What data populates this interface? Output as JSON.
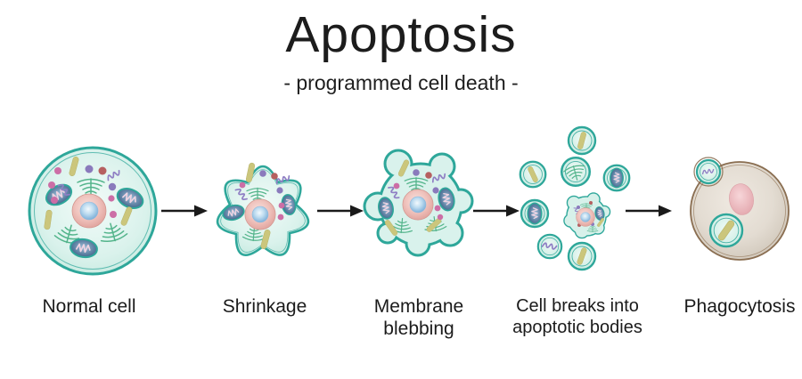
{
  "title": "Apoptosis",
  "subtitle": "- programmed cell death -",
  "stages": [
    {
      "label_line1": "Normal cell",
      "label_line2": ""
    },
    {
      "label_line1": "Shrinkage",
      "label_line2": ""
    },
    {
      "label_line1": "Membrane",
      "label_line2": "blebbing"
    },
    {
      "label_line1": "Cell breaks into",
      "label_line2": "apoptotic bodies"
    },
    {
      "label_line1": "Phagocytosis",
      "label_line2": ""
    }
  ],
  "icons": {
    "stage_arrow": "black-right-arrow",
    "organelles": [
      "nucleus",
      "nucleolus",
      "mitochondrion",
      "endoplasmic-reticulum",
      "rod-body",
      "chromatin-squiggle",
      "vesicle-dots"
    ]
  },
  "colors": {
    "background": "#ffffff",
    "membrane_teal": "#2ea79a",
    "cytoplasm": "#daf2ec",
    "nucleus_pink": "#e8b2ac",
    "nucleolus_blue": "#7fb2da",
    "mitochondrion_blue": "#3c5f86",
    "er_green": "#53b48b",
    "rod_olive": "#cbc67c",
    "dot_purple": "#8a7abc",
    "dot_magenta": "#cc6ea6",
    "dot_red": "#b66060",
    "phagocyte_body": "#ded6ca",
    "phagocyte_membrane": "#8a6e51",
    "phagocyte_nucleus": "#eebfc3",
    "arrow_black": "#1a1a1a",
    "text_black": "#1b1b1b"
  }
}
